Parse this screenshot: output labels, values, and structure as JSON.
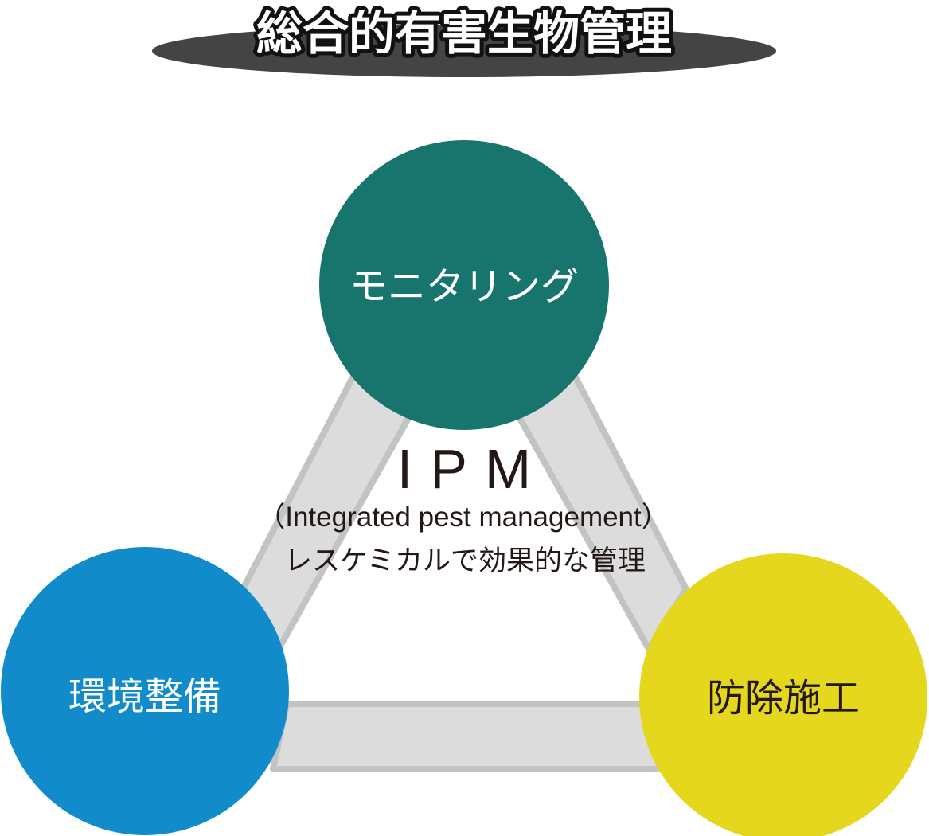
{
  "title": "総合的有害生物管理",
  "center": {
    "heading": "IPM",
    "subheading": "（Integrated pest management）",
    "description": "レスケミカルで効果的な管理"
  },
  "nodes": {
    "top": {
      "label": "モニタリング",
      "color": "#17756D",
      "text_color": "#ffffff"
    },
    "left": {
      "label": "環境整備",
      "color": "#128BCB",
      "text_color": "#ffffff"
    },
    "right": {
      "label": "防除施工",
      "color": "#E5D71E",
      "text_color": "#231815"
    }
  },
  "colors": {
    "band_fill": "#dcdcdc",
    "band_edge": "#c3c3c3",
    "title_pill": "#444444"
  }
}
